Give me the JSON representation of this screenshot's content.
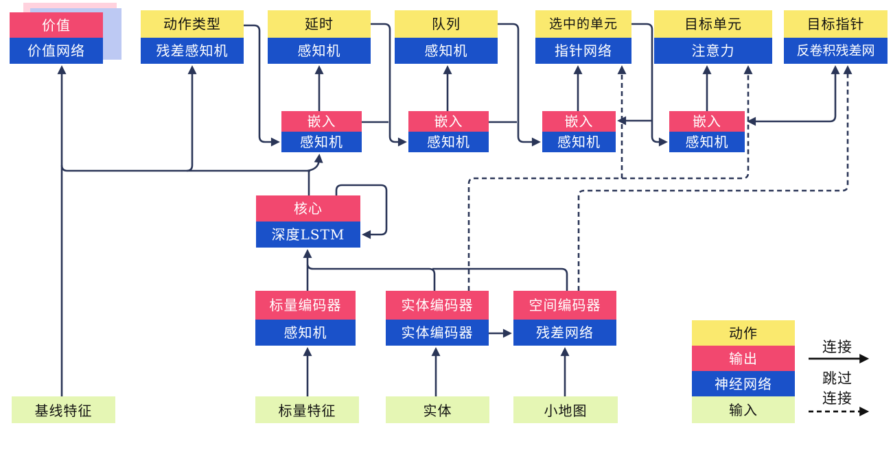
{
  "palette": {
    "action_yellow": "#FAE96E",
    "output_red": "#F2486F",
    "network_blue": "#1A51C9",
    "input_green": "#E5F6B4",
    "wire_navy": "#2A3557",
    "legend_black": "#111111",
    "shadow_pink": "#FFD2DE",
    "shadow_blue": "#BDC9F3"
  },
  "nodes": {
    "value": {
      "top": "价值",
      "bottom": "价值网络"
    },
    "action_type": {
      "top": "动作类型",
      "bottom": "残差感知机"
    },
    "delay": {
      "top": "延时",
      "bottom": "感知机"
    },
    "queue": {
      "top": "队列",
      "bottom": "感知机"
    },
    "selected_units": {
      "top": "选中的单元",
      "bottom": "指针网络"
    },
    "target_unit": {
      "top": "目标单元",
      "bottom": "注意力"
    },
    "target_pointer": {
      "top": "目标指针",
      "bottom": "反卷积残差网"
    },
    "embed1": {
      "top": "嵌入",
      "bottom": "感知机"
    },
    "embed2": {
      "top": "嵌入",
      "bottom": "感知机"
    },
    "embed3": {
      "top": "嵌入",
      "bottom": "感知机"
    },
    "embed4": {
      "top": "嵌入",
      "bottom": "感知机"
    },
    "core": {
      "top": "核心",
      "bottom": "深度LSTM"
    },
    "scalar_encoder": {
      "top": "标量编码器",
      "bottom": "感知机"
    },
    "entity_encoder": {
      "top": "实体编码器",
      "bottom": "实体编码器"
    },
    "spatial_encoder": {
      "top": "空间编码器",
      "bottom": "残差网络"
    }
  },
  "inputs": {
    "baseline": "基线特征",
    "scalar": "标量特征",
    "entity": "实体",
    "minimap": "小地图"
  },
  "legend": {
    "action": "动作",
    "output": "输出",
    "network": "神经网络",
    "input": "输入",
    "connect": "连接",
    "skip_line1": "跳过",
    "skip_line2": "连接"
  },
  "connections": {
    "solid": [
      "基线特征→价值网络",
      "核心→价值网络",
      "核心→残差感知机",
      "核心→嵌入1",
      "动作类型→嵌入1",
      "嵌入1→延时",
      "延时→嵌入2",
      "嵌入1→延时输出汇合",
      "嵌入2→队列",
      "队列→嵌入3",
      "嵌入3→选中的单元",
      "选中的单元→嵌入3/嵌入4",
      "嵌入4→目标单元",
      "嵌入4→反卷积残差网",
      "核心自循环",
      "标量编码器→核心",
      "实体编码器→核心",
      "空间编码器→核心",
      "标量特征→标量编码器",
      "实体→实体编码器",
      "小地图→空间编码器",
      "实体编码器→空间编码器"
    ],
    "skip": [
      "实体编码器⇢指针网络",
      "实体编码器⇢注意力",
      "空间编码器⇢反卷积残差网"
    ]
  }
}
